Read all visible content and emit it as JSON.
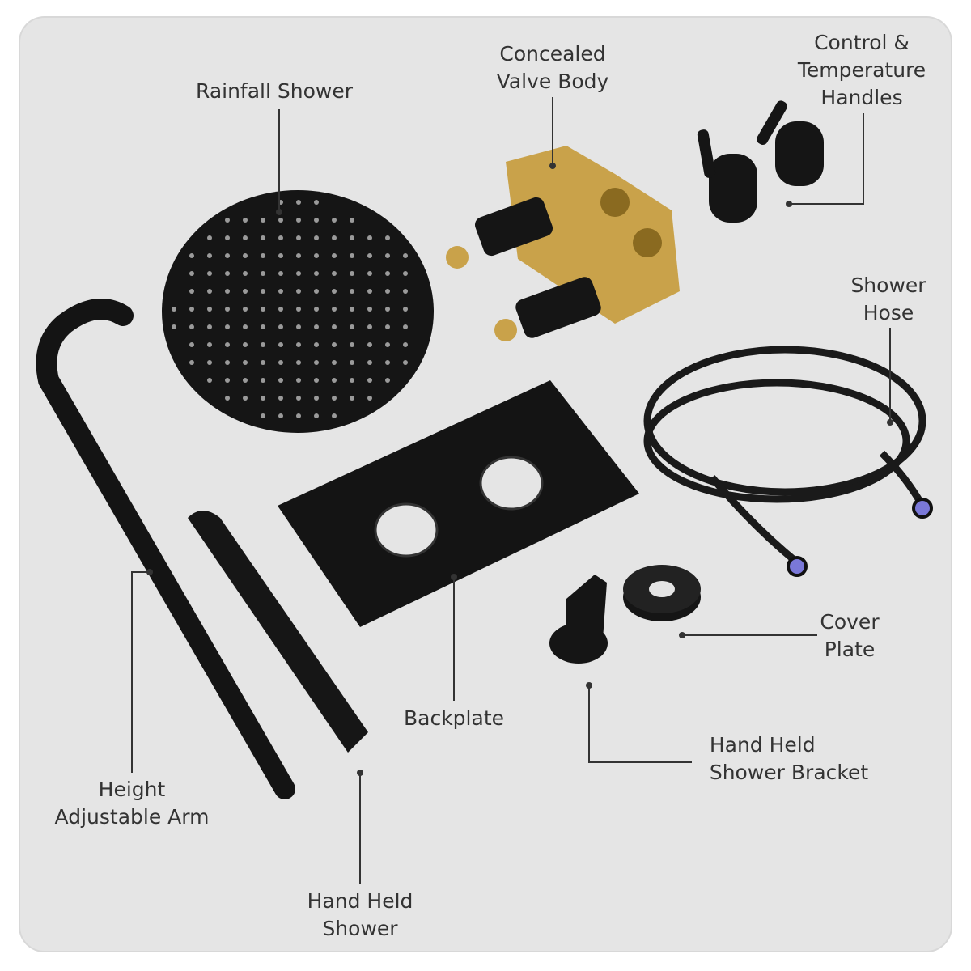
{
  "labels": {
    "rainfall_shower": [
      "Rainfall Shower"
    ],
    "valve_body": [
      "Concealed",
      "Valve Body"
    ],
    "handles": [
      "Control &",
      "Temperature",
      "Handles"
    ],
    "hose": [
      "Shower",
      "Hose"
    ],
    "cover_plate": [
      "Cover",
      "Plate"
    ],
    "bracket": [
      "Hand Held",
      "Shower Bracket"
    ],
    "backplate": [
      "Backplate"
    ],
    "arm": [
      "Height",
      "Adjustable Arm"
    ],
    "hand_shower": [
      "Hand Held",
      "Shower"
    ]
  },
  "colors": {
    "panel": "#e5e5e5",
    "part": "#151515",
    "brass": "#c9a24a",
    "line": "#333333",
    "hose_tip": "#7a78d8"
  }
}
